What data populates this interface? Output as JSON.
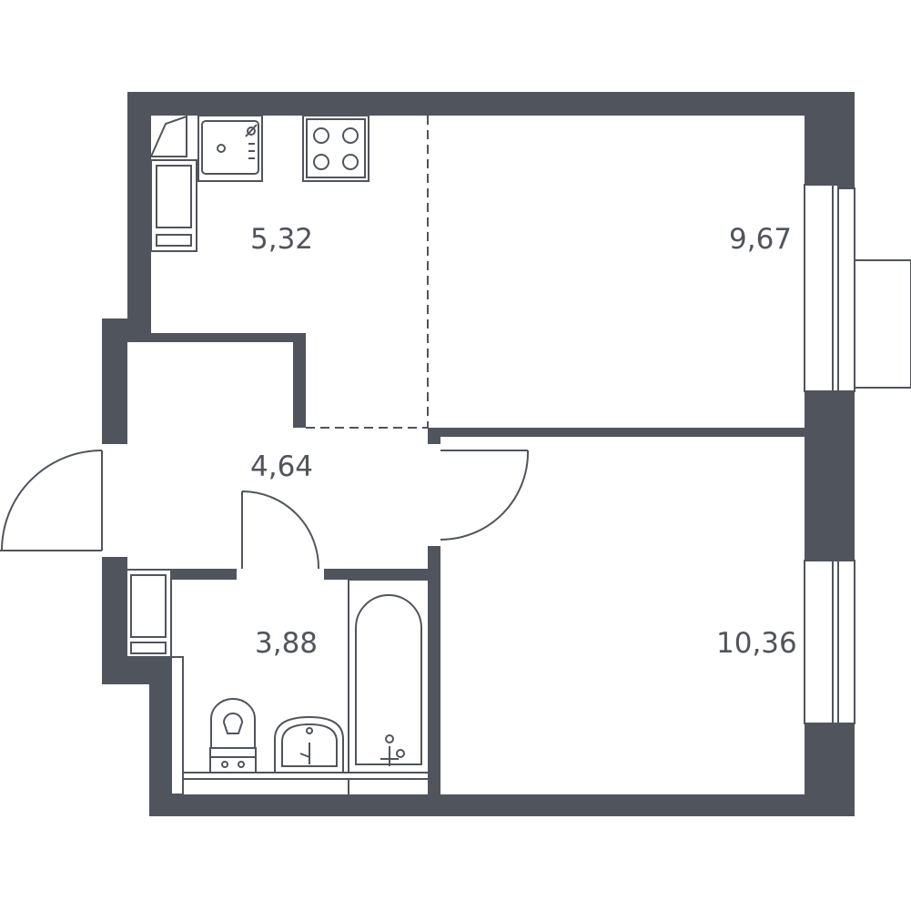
{
  "plan": {
    "wall_color": "#50545c",
    "line_color": "#50545c",
    "background": "#ffffff",
    "rooms": [
      {
        "id": "kitchen",
        "area": "5,32"
      },
      {
        "id": "room1",
        "area": "9,67"
      },
      {
        "id": "hall",
        "area": "4,64"
      },
      {
        "id": "bathroom",
        "area": "3,88"
      },
      {
        "id": "room2",
        "area": "10,36"
      }
    ],
    "fixtures": [
      "sink-icon",
      "stove-icon",
      "fridge-icon",
      "washing-machine-icon",
      "toilet-icon",
      "washbasin-icon",
      "bathtub-icon"
    ]
  }
}
